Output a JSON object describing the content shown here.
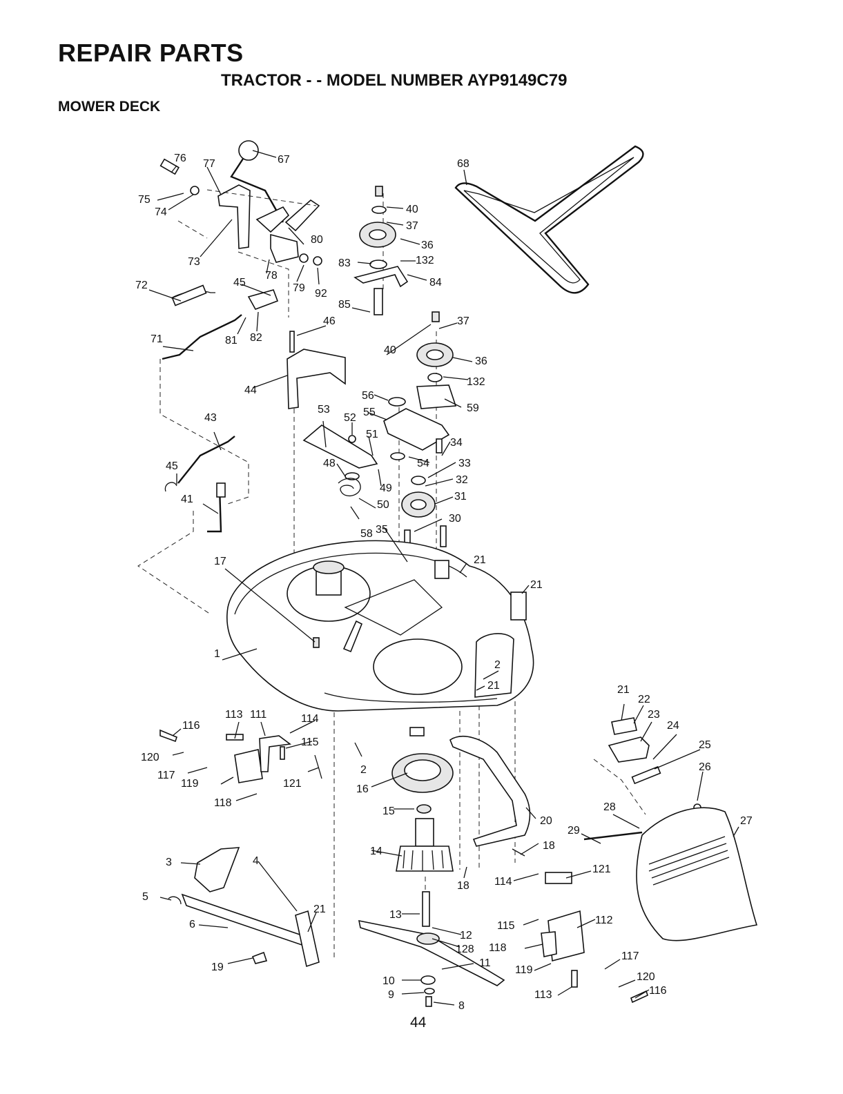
{
  "header": {
    "title": "REPAIR PARTS",
    "subtitle": "TRACTOR - - MODEL NUMBER AYP9149C79",
    "section": "MOWER DECK"
  },
  "page_number": "44",
  "callouts": [
    "76",
    "77",
    "67",
    "75",
    "74",
    "73",
    "80",
    "78",
    "79",
    "92",
    "45",
    "72",
    "71",
    "81",
    "82",
    "68",
    "40",
    "37",
    "36",
    "83",
    "132",
    "84",
    "85",
    "46",
    "44",
    "37",
    "40",
    "36",
    "132",
    "56",
    "59",
    "53",
    "52",
    "55",
    "51",
    "34",
    "48",
    "54",
    "33",
    "32",
    "49",
    "31",
    "50",
    "58",
    "35",
    "30",
    "43",
    "45",
    "41",
    "17",
    "21",
    "21",
    "1",
    "2",
    "21",
    "21",
    "22",
    "23",
    "24",
    "25",
    "26",
    "113",
    "111",
    "114",
    "116",
    "115",
    "120",
    "117",
    "119",
    "121",
    "118",
    "2",
    "16",
    "15",
    "20",
    "14",
    "18",
    "18",
    "28",
    "29",
    "27",
    "121",
    "114",
    "3",
    "4",
    "5",
    "21",
    "6",
    "19",
    "13",
    "12",
    "128",
    "11",
    "10",
    "9",
    "8",
    "115",
    "112",
    "118",
    "117",
    "119",
    "120",
    "113",
    "116"
  ]
}
